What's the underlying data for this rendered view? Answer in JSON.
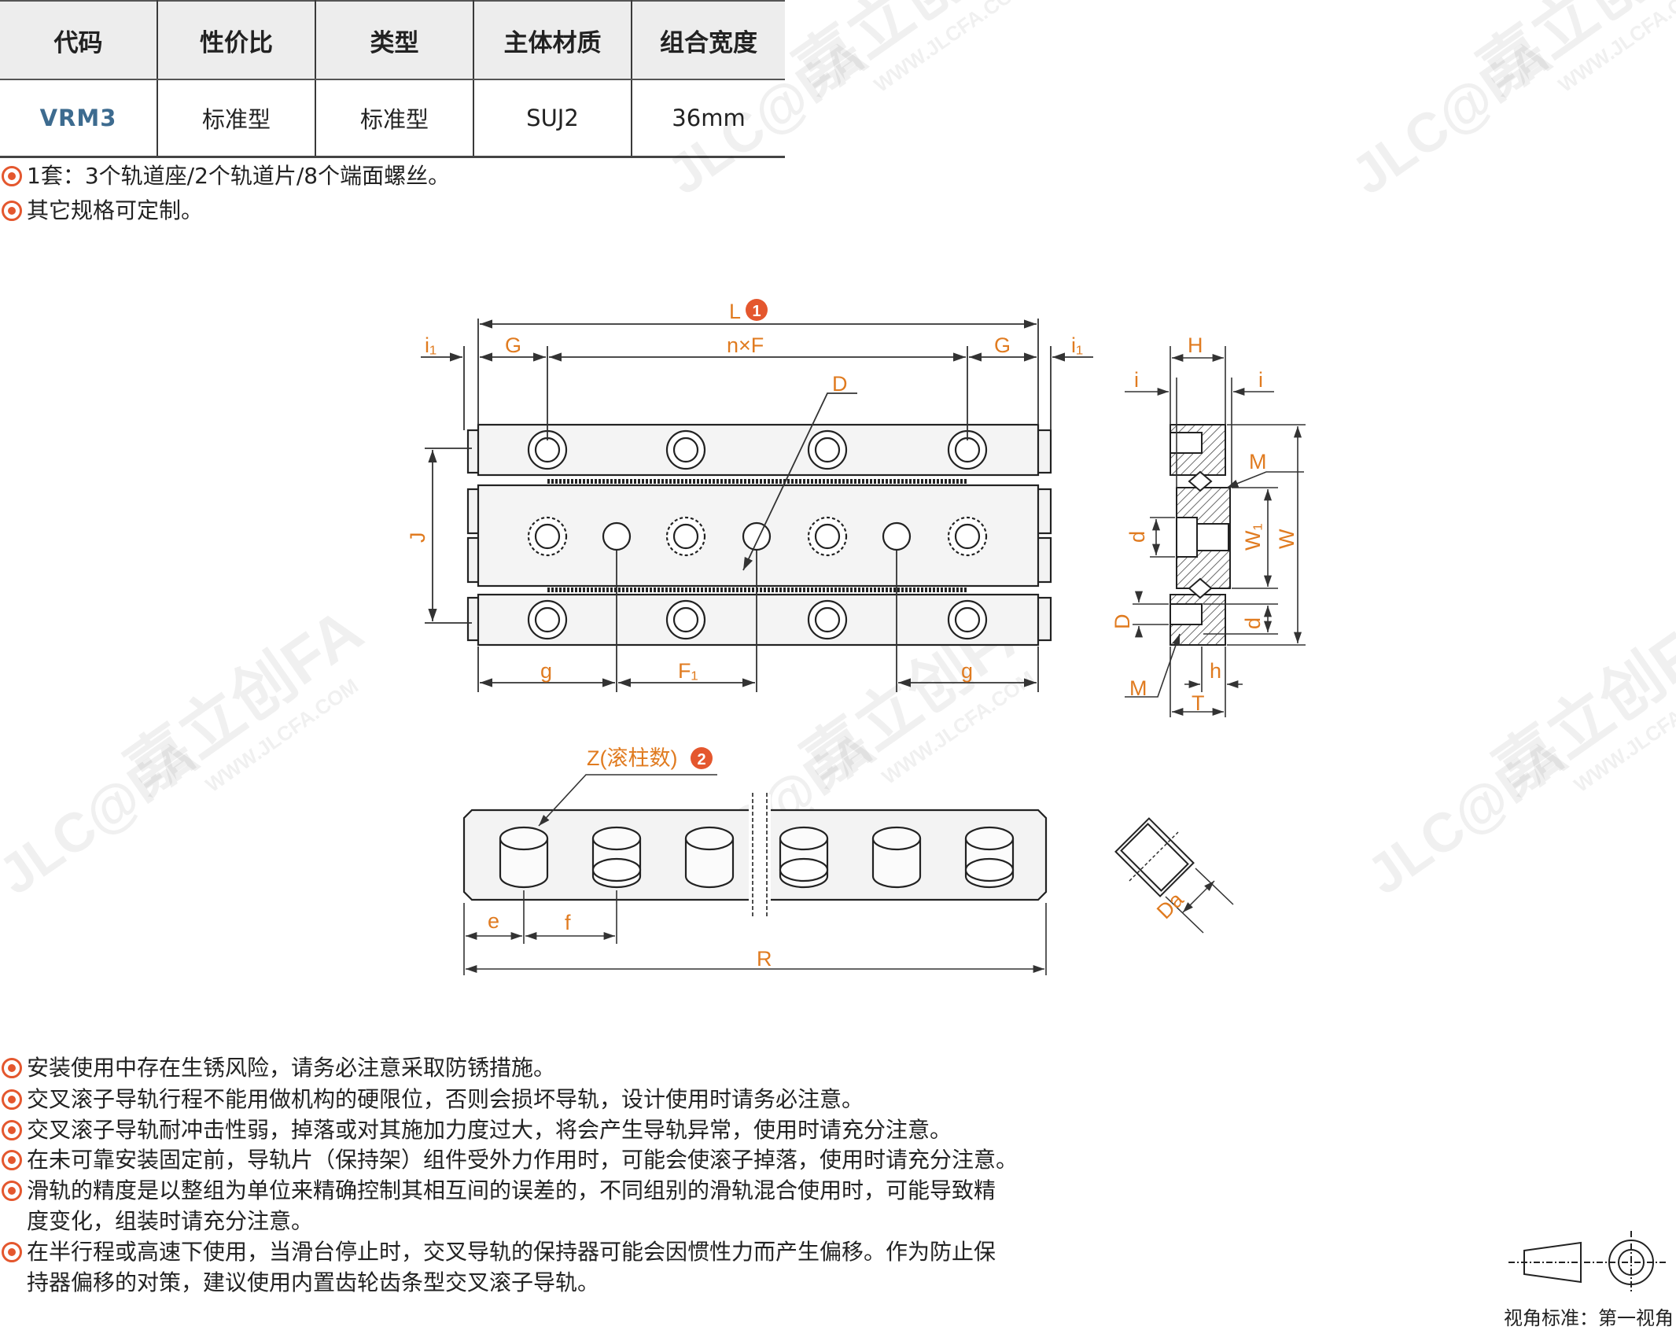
{
  "table": {
    "headers": [
      "代码",
      "性价比",
      "类型",
      "主体材质",
      "组合宽度"
    ],
    "row": [
      "VRM3",
      "标准型",
      "标准型",
      "SUJ2",
      "36mm"
    ]
  },
  "top_notes": [
    "1套：3个轨道座/2个轨道片/8个端面螺丝。",
    "其它规格可定制。"
  ],
  "drawing_labels": {
    "L": "L",
    "note1": "1",
    "i1": "i₁",
    "G": "G",
    "nF": "n×F",
    "D": "D",
    "J": "J",
    "g": "g",
    "F1": "F₁",
    "H": "H",
    "i": "i",
    "M": "M",
    "d": "d",
    "W1": "W₁",
    "W": "W",
    "h": "h",
    "T": "T",
    "Z": "Z(滚柱数)",
    "note2": "2",
    "e": "e",
    "f": "f",
    "R": "R",
    "Da": "Da"
  },
  "watermark": {
    "brand": "JLC@FA",
    "cn": "嘉立创FA",
    "url": "WWW.JLCFA.COM"
  },
  "bottom_notes": [
    {
      "line1": "安装使用中存在生锈风险，请务必注意采取防锈措施。",
      "line2": ""
    },
    {
      "line1": "交叉滚子导轨行程不能用做机构的硬限位，否则会损坏导轨，设计使用时请务必注意。",
      "line2": ""
    },
    {
      "line1": "交叉滚子导轨耐冲击性弱，掉落或对其施加力度过大，将会产生导轨异常，使用时请充分注意。",
      "line2": ""
    },
    {
      "line1": "在未可靠安装固定前，导轨片（保持架）组件受外力作用时，可能会使滚子掉落，使用时请充分注意。",
      "line2": ""
    },
    {
      "line1": "滑轨的精度是以整组为单位来精确控制其相互间的误差的，不同组别的滑轨混合使用时，可能导致精",
      "line2": "度变化，组装时请充分注意。"
    },
    {
      "line1": "在半行程或高速下使用，当滑台停止时，交叉导轨的保持器可能会因惯性力而产生偏移。作为防止保",
      "line2": "持器偏移的对策，建议使用内置齿轮齿条型交叉滚子导轨。"
    }
  ],
  "view_standard": "视角标准：第一视角",
  "colors": {
    "accent": "#e4572e",
    "dimension": "#e07b20",
    "code": "#3d6b8f"
  }
}
